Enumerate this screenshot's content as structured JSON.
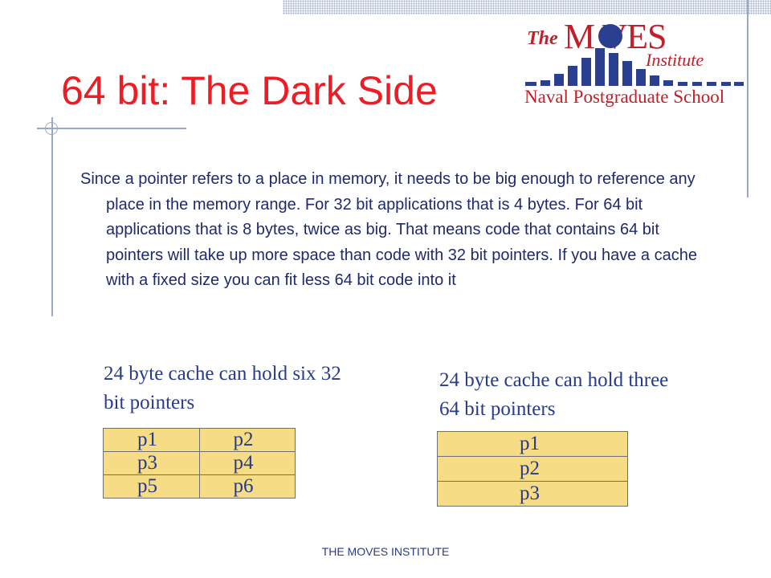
{
  "slide": {
    "title": "64 bit: The Dark Side",
    "body": "Since a pointer refers to a place in memory, it needs to be big enough to reference any place in the memory range. For 32 bit applications that is 4 bytes. For 64 bit applications that is 8 bytes, twice as big. That means code that contains 64 bit pointers will take up more space than code with 32 bit pointers. If you have a cache with a fixed size you can fit less 64 bit code into it",
    "footer": "THE MOVES INSTITUTE"
  },
  "logo": {
    "the": "The",
    "moves": "M  VES",
    "institute": "Institute",
    "school": "Naval Postgraduate School"
  },
  "cache32": {
    "caption": "24 byte cache can hold six 32 bit pointers",
    "rows": [
      [
        "p1",
        "p2"
      ],
      [
        "p3",
        "p4"
      ],
      [
        "p5",
        "p6"
      ]
    ]
  },
  "cache64": {
    "caption": "24 byte cache can hold three 64 bit pointers",
    "rows": [
      "p1",
      "p2",
      "p3"
    ]
  },
  "colors": {
    "title": "#ee1c25",
    "text": "#1f2a6e",
    "cell_fill": "#f6dc84",
    "logo_red": "#c0202a",
    "logo_blue": "#2a3f8f"
  }
}
